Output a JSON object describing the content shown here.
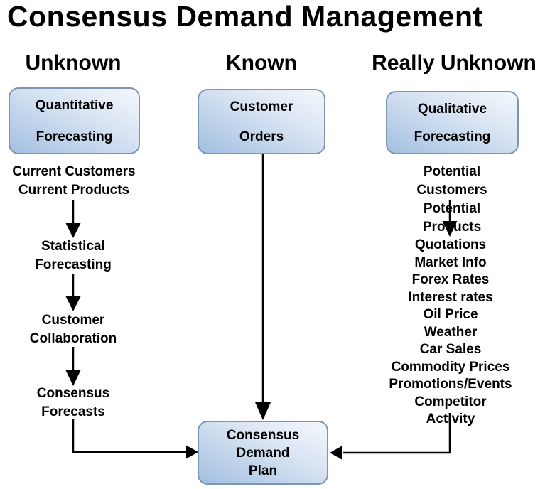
{
  "title": "Consensus Demand Management",
  "headers": {
    "left": "Unknown",
    "middle": "Known",
    "right": "Really Unknown"
  },
  "boxes": {
    "quantitative": {
      "line1": "Quantitative",
      "line2": "Forecasting"
    },
    "customer_orders": {
      "line1": "Customer",
      "line2": "Orders"
    },
    "qualitative": {
      "line1": "Qualitative",
      "line2": "Forecasting"
    },
    "consensus_plan": {
      "lines": "Consensus\nDemand\nPlan"
    }
  },
  "left_flow": {
    "inputs": "Current Customers\nCurrent Products",
    "steps": [
      "Statistical\nForecasting",
      "Customer\nCollaboration",
      "Consensus\nForecasts"
    ]
  },
  "right_flow": {
    "inputs": "Potential Customers\nPotential Products",
    "factors": [
      "Quotations",
      "Market Info",
      "Forex Rates",
      "Interest rates",
      "Oil Price",
      "Weather",
      "Car Sales",
      "Commodity Prices",
      "Promotions/Events",
      "Competitor Activity"
    ]
  },
  "colors": {
    "background": "#ffffff",
    "text": "#000000",
    "arrow": "#000000",
    "box_border": "#7e96b4",
    "box_fill_light": "#f4f8fc",
    "box_fill_dark": "#a2bfe1"
  }
}
